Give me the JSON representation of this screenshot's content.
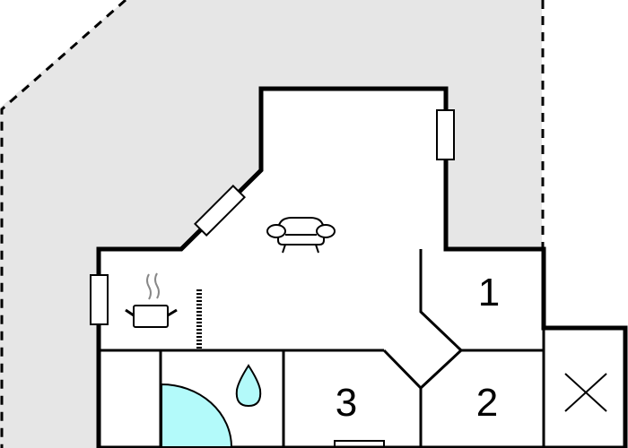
{
  "diagram": {
    "type": "floor-plan",
    "colors": {
      "background": "#ffffff",
      "terrace": "#e6e6e6",
      "wall": "#000000",
      "water": "#b3fafa"
    },
    "rooms": [
      {
        "id": "bedroom-1",
        "label": "1"
      },
      {
        "id": "bedroom-2",
        "label": "2"
      },
      {
        "id": "bedroom-3",
        "label": "3"
      }
    ],
    "icons": [
      "sofa-icon",
      "cooking-pot-icon",
      "water-drop-icon",
      "shower-icon",
      "x-mark-icon"
    ]
  }
}
